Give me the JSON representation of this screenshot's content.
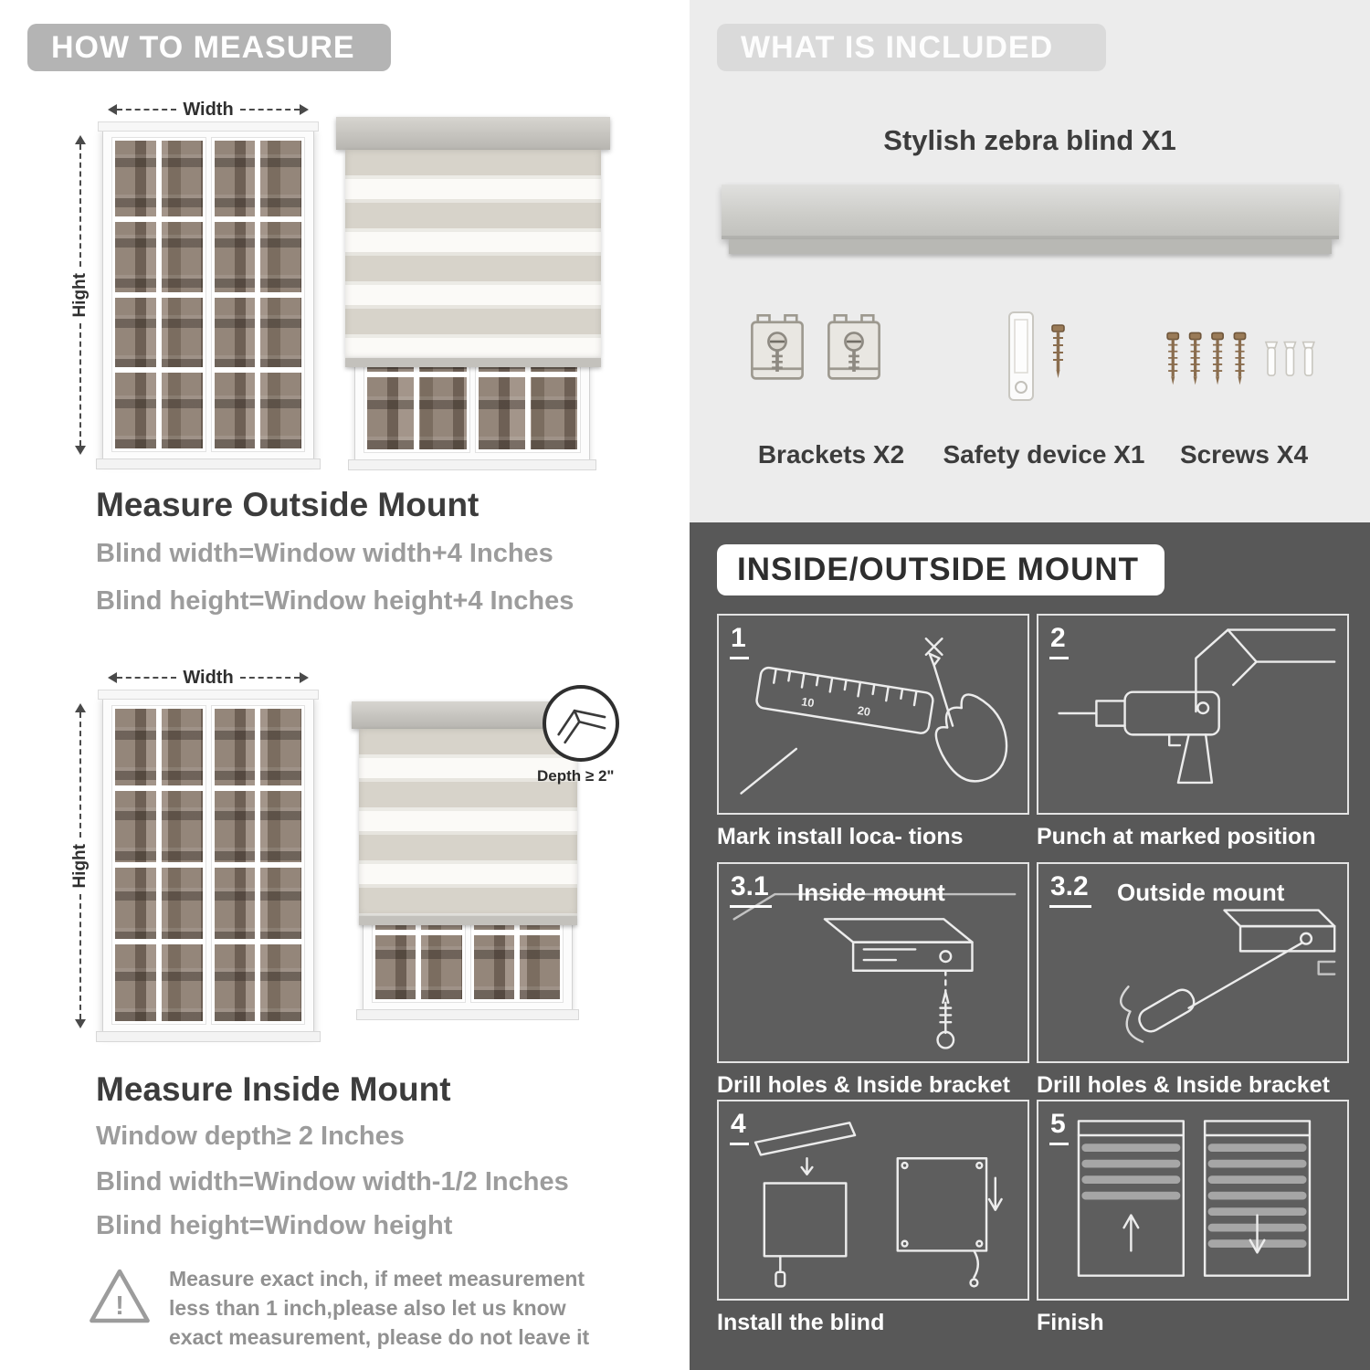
{
  "colors": {
    "left_pill_bg": "#b4b4b4",
    "included_bg": "#ececec",
    "included_pill_bg": "#dadada",
    "mount_bg": "#585858",
    "blind_stripe": "#d7d3ca"
  },
  "how_to_measure": {
    "header": "HOW TO MEASURE",
    "width_label": "Width",
    "height_label": "Hight",
    "outside": {
      "title": "Measure Outside Mount",
      "line1": "Blind width=Window width+4 Inches",
      "line2": "Blind height=Window height+4 Inches"
    },
    "inside": {
      "title": "Measure Inside Mount",
      "depth_badge": "Depth ≥ 2\"",
      "line1": "Window depth≥ 2 Inches",
      "line2": "Blind width=Window width-1/2 Inches",
      "line3": "Blind height=Window height"
    },
    "warning": "Measure exact inch, if meet measurement less than 1 inch,please also let us know exact measurement, please do not leave it"
  },
  "included": {
    "header": "WHAT IS INCLUDED",
    "blind_label": "Stylish zebra blind X1",
    "items": [
      {
        "label": "Brackets X2"
      },
      {
        "label": "Safety device X1"
      },
      {
        "label": "Screws X4"
      }
    ]
  },
  "mount": {
    "header": "INSIDE/OUTSIDE MOUNT",
    "ruler_numbers": [
      "10",
      "20"
    ],
    "steps": [
      {
        "num": "1",
        "caption": "Mark install loca- tions"
      },
      {
        "num": "2",
        "caption": "Punch at  marked position"
      },
      {
        "num": "3.1",
        "label": "Inside mount",
        "caption": "Drill holes &  Inside bracket"
      },
      {
        "num": "3.2",
        "label": "Outside mount",
        "caption": "Drill holes &  Inside bracket"
      },
      {
        "num": "4",
        "caption": "Install the blind"
      },
      {
        "num": "5",
        "caption": "Finish"
      }
    ]
  }
}
